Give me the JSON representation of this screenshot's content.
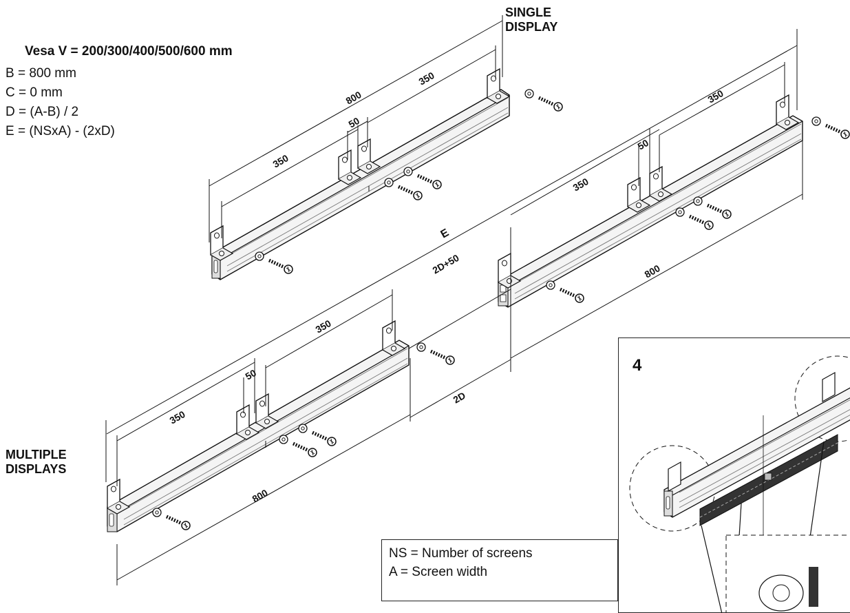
{
  "specs": {
    "title": "Vesa V = 200/300/400/500/600 mm",
    "lines": [
      "B = 800 mm",
      "C = 0 mm",
      "D = (A-B) / 2",
      "E = (NSxA) - (2xD)"
    ]
  },
  "labels": {
    "single_line1": "SINGLE",
    "single_line2": "DISPLAY",
    "multi_line1": "MULTIPLE",
    "multi_line2": "DISPLAYS"
  },
  "legend": {
    "line1": "NS = Number of screens",
    "line2": "A = Screen width"
  },
  "detail": {
    "step": "4"
  },
  "dimensions": {
    "single_total": "800",
    "single_right": "350",
    "single_left": "350",
    "single_gap": "50",
    "multi_right_350a": "350",
    "multi_right_50": "50",
    "multi_right_350b": "350",
    "multi_right_800": "800",
    "multi_E": "E",
    "multi_2D50": "2D+50",
    "multi_left_350a": "350",
    "multi_left_50": "50",
    "multi_left_350b": "350",
    "multi_left_800": "800",
    "multi_2D": "2D"
  },
  "colors": {
    "line": "#111111",
    "rail_fill": "#f4f4f4",
    "rail_shade": "#d9d9d9",
    "hatch": "#333333"
  }
}
